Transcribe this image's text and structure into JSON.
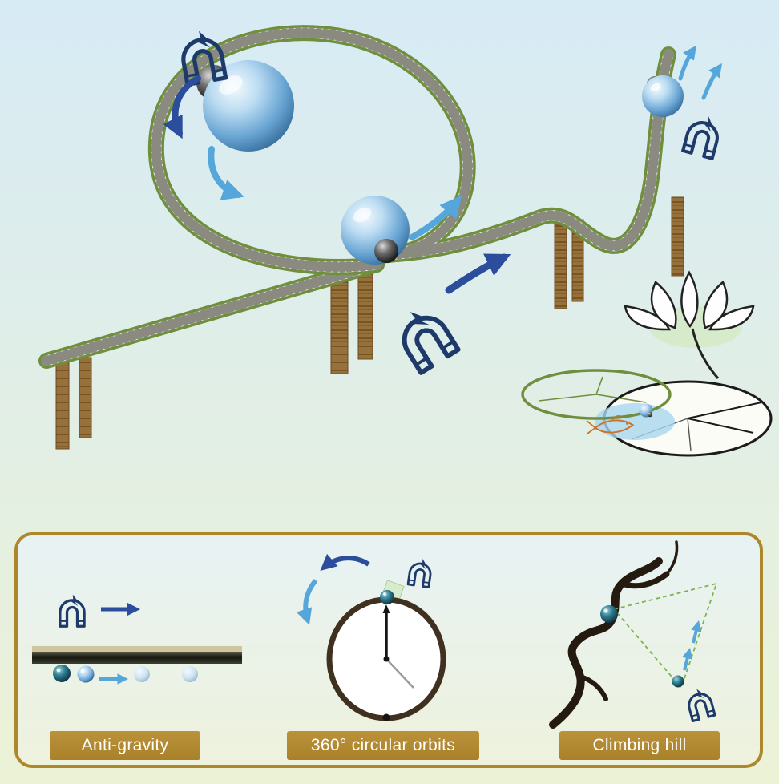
{
  "panels": [
    {
      "label": "Anti-gravity"
    },
    {
      "label": "360° circular orbits"
    },
    {
      "label": "Climbing hill"
    }
  ],
  "icons": {
    "magnet": "horseshoe-magnet-icon",
    "lightning": "lightning-bolt-icon",
    "droplet": "magnetic-droplet-sphere",
    "lotus": "lotus-flower-icon",
    "lily_pad": "lily-pad-icon",
    "fish": "koi-fish-icon",
    "arrow_dark": "curved-arrow-dark-blue",
    "arrow_light": "curved-arrow-light-blue",
    "clock": "clock-orbit-icon",
    "branch": "tree-branch-icon"
  },
  "colors": {
    "background_top": "#d7ebf5",
    "background_bottom": "#ecf2d6",
    "track_green": "#6f8f3e",
    "wood_brown": "#97713b",
    "magnet_navy": "#1d3a6b",
    "arrow_dark_blue": "#2b4d9b",
    "arrow_light_blue": "#55a7db",
    "droplet_blue": "#6aa6d4",
    "droplet_dark": "#2f7d92",
    "gold_border": "#ad872c",
    "gold_label": "#b1892f",
    "label_text": "#ffffff"
  }
}
